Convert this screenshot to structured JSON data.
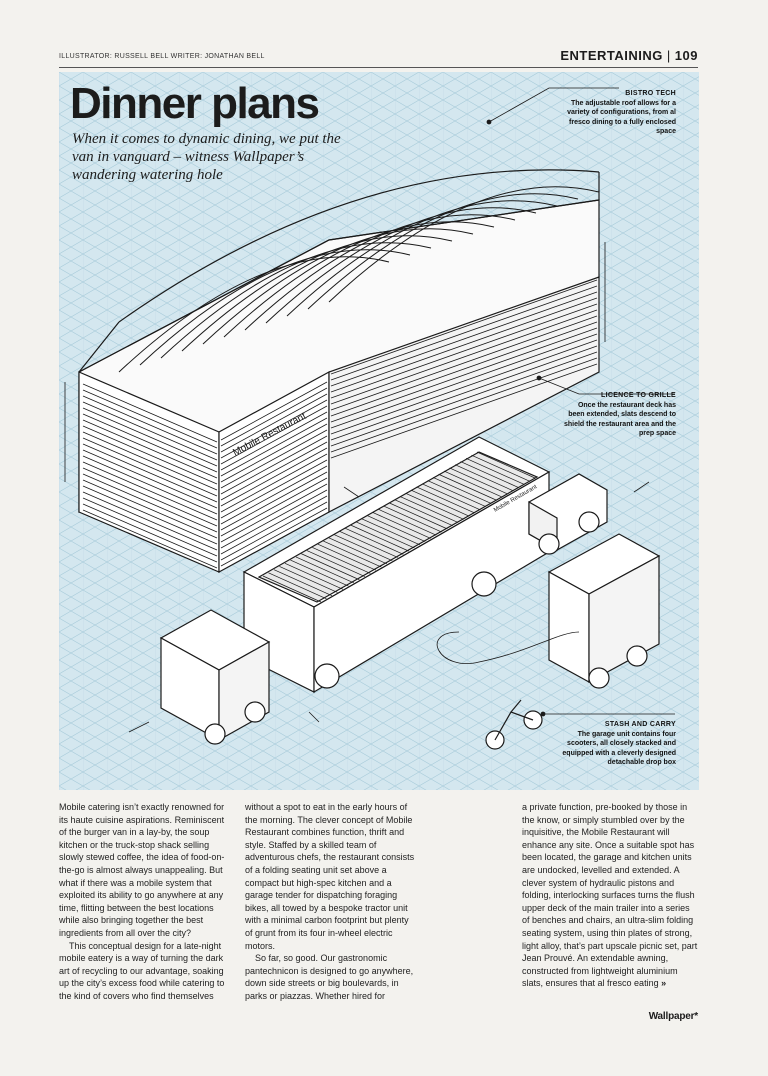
{
  "header": {
    "credits": "ILLUSTRATOR: RUSSELL BELL WRITER: JONATHAN BELL",
    "section": "ENTERTAINING",
    "page_number": "109"
  },
  "title": "Dinner plans",
  "standfirst": "When it comes to dynamic dining, we put the van in vanguard – witness Wallpaper’s wandering watering hole",
  "illustration": {
    "signage": "Mobile Restaurant"
  },
  "callouts": [
    {
      "title": "BISTRO TECH",
      "text": "The adjustable roof allows for a variety of configurations, from al fresco dining to a fully enclosed space"
    },
    {
      "title": "LICENCE TO GRILLE",
      "text": "Once the restaurant deck has been extended, slats descend to shield the restaurant area and the prep space"
    },
    {
      "title": "STASH AND CARRY",
      "text": "The garage unit contains four scooters, all closely stacked and equipped with a cleverly designed detachable drop box"
    }
  ],
  "body": {
    "col1": [
      "Mobile catering isn’t exactly renowned for its haute cuisine aspirations. Reminiscent of the burger van in a lay-by, the soup kitchen or the truck-stop shack selling slowly stewed coffee, the idea of food-on-the-go is almost always unappealing. But what if there was a mobile system that exploited its ability to go anywhere at any time, flitting between the best locations while also bringing together the best ingredients from all over the city?",
      "This conceptual design for a late-night mobile eatery is a way of turning the dark art of recycling to our advantage, soaking up the city’s excess food while catering to the kind of covers who find themselves"
    ],
    "col2": [
      "without a spot to eat in the early hours of the morning. The clever concept of Mobile Restaurant combines function, thrift and style. Staffed by a skilled team of adventurous chefs, the restaurant consists of a folding seating unit set above a compact but high-spec kitchen and a garage tender for dispatching foraging bikes, all towed by a bespoke tractor unit with a minimal carbon footprint but plenty of grunt from its four in-wheel electric motors.",
      "So far, so good. Our gastronomic pantechnicon is designed to go anywhere, down side streets or big boulevards, in parks or piazzas. Whether hired for"
    ],
    "col3": [
      "a private function, pre-booked by those in the know, or simply stumbled over by the inquisitive, the Mobile Restaurant will enhance any site. Once a suitable spot has been located, the garage and kitchen units are undocked, levelled and extended. A clever system of hydraulic pistons and folding, interlocking surfaces turns the flush upper deck of the main trailer into a series of benches and chairs, an ultra-slim folding seating system, using thin plates of strong, light alloy, that’s part upscale picnic set, part Jean Prouvé. An extendable awning, constructed from lightweight aluminium slats, ensures that al fresco eating"
    ],
    "continue_glyph": "»"
  },
  "footer": {
    "brand": "Wallpaper*"
  },
  "colors": {
    "grid_background": "#d4e7ef",
    "grid_line": "#9fc6d6",
    "line_art": "#1a1a1a"
  }
}
